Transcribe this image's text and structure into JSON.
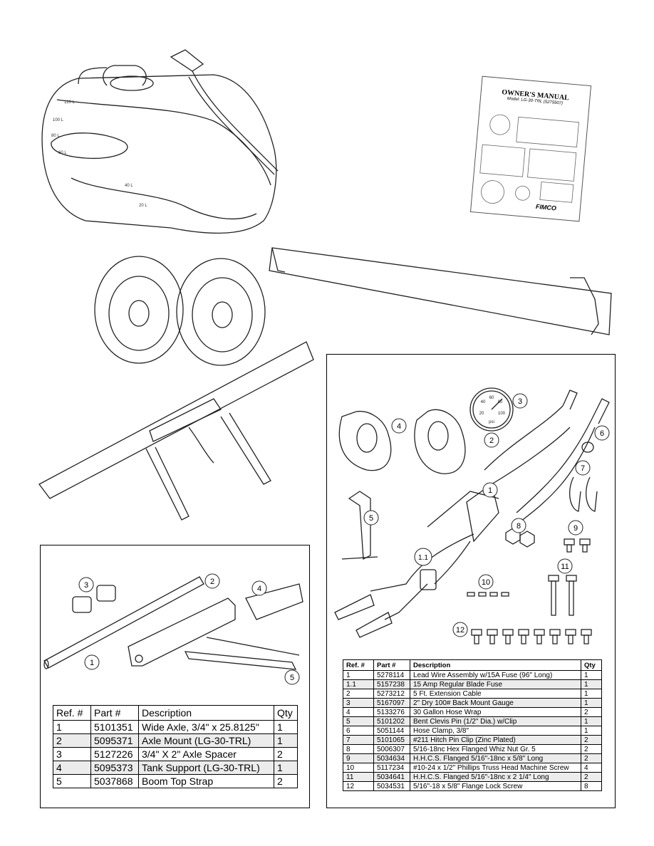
{
  "manual": {
    "title": "OWNER'S MANUAL",
    "model": "Model: LG-30-TRL (5275507)",
    "brand": "FIMCO"
  },
  "tank": {
    "marks": [
      "120 L",
      "100 L",
      "80 L",
      "60 L",
      "40 L",
      "20 L"
    ]
  },
  "gauge": {
    "ticks": [
      "20",
      "40",
      "60",
      "80",
      "100"
    ],
    "unit": "psi"
  },
  "left_panel": {
    "callouts": [
      "1",
      "2",
      "3",
      "4",
      "5"
    ],
    "table": {
      "headers": [
        "Ref. #",
        "Part #",
        "Description",
        "Qty"
      ],
      "rows": [
        [
          "1",
          "5101351",
          "Wide Axle, 3/4\" x 25.8125\"",
          "1"
        ],
        [
          "2",
          "5095371",
          "Axle Mount (LG-30-TRL)",
          "1"
        ],
        [
          "3",
          "5127226",
          "3/4\" X 2\" Axle Spacer",
          "2"
        ],
        [
          "4",
          "5095373",
          "Tank Support (LG-30-TRL)",
          "1"
        ],
        [
          "5",
          "5037868",
          "Boom Top Strap",
          "2"
        ]
      ]
    }
  },
  "right_panel": {
    "callouts": [
      "1",
      "1.1",
      "2",
      "3",
      "4",
      "5",
      "6",
      "7",
      "8",
      "9",
      "10",
      "11",
      "12"
    ],
    "table": {
      "headers": [
        "Ref. #",
        "Part #",
        "Description",
        "Qty"
      ],
      "rows": [
        [
          "1",
          "5278114",
          "Lead Wire Assembly w/15A Fuse (96\" Long)",
          "1"
        ],
        [
          "1.1",
          "5157238",
          "15 Amp Regular Blade Fuse",
          "1"
        ],
        [
          "2",
          "5273212",
          "5 Ft. Extension Cable",
          "1"
        ],
        [
          "3",
          "5167097",
          "2\" Dry 100# Back Mount Gauge",
          "1"
        ],
        [
          "4",
          "5133276",
          "30 Gallon Hose Wrap",
          "2"
        ],
        [
          "5",
          "5101202",
          "Bent Clevis Pin (1/2\" Dia.) w/Clip",
          "1"
        ],
        [
          "6",
          "5051144",
          "Hose Clamp, 3/8\"",
          "1"
        ],
        [
          "7",
          "5101065",
          "#211 Hitch Pin Clip (Zinc Plated)",
          "2"
        ],
        [
          "8",
          "5006307",
          "5/16-18nc Hex Flanged Whiz Nut Gr. 5",
          "2"
        ],
        [
          "9",
          "5034634",
          "H.H.C.S. Flanged 5/16\"-18nc x 5/8\" Long",
          "2"
        ],
        [
          "10",
          "5117234",
          "#10-24 x 1/2\" Phillips Truss Head Machine Screw",
          "4"
        ],
        [
          "11",
          "5034641",
          "H.H.C.S. Flanged 5/16\"-18nc x 2 1/4\" Long",
          "2"
        ],
        [
          "12",
          "5034531",
          "5/16\"-18 x 5/8\" Flange Lock Screw",
          "8"
        ]
      ]
    }
  }
}
